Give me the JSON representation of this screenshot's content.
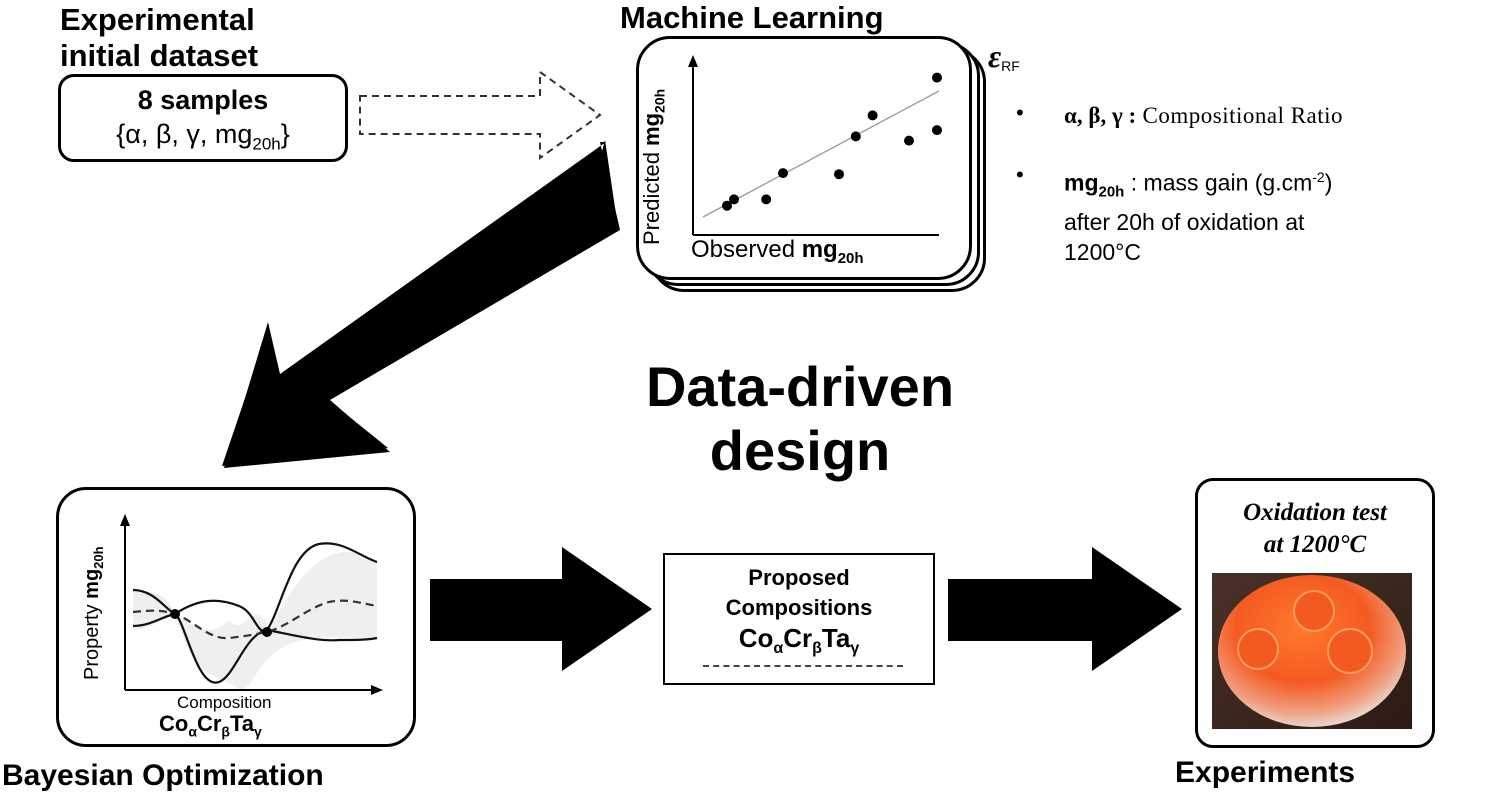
{
  "dataset": {
    "title_line1": "Experimental",
    "title_line2": "initial dataset",
    "samples": "8 samples",
    "vars_prefix": "{α, β, γ, mg",
    "vars_sub": "20h",
    "vars_suffix": "}"
  },
  "ml": {
    "title": "Machine Learning",
    "ylabel_prefix": "Predicted ",
    "ylabel_main": "mg",
    "ylabel_sub": "20h",
    "xlabel_prefix": "Observed ",
    "xlabel_main": "mg",
    "xlabel_sub": "20h",
    "model_symbol": "ε",
    "model_sub": "RF"
  },
  "legend": {
    "item1_symbols": "α, β, γ :",
    "item1_text": "Compositional Ratio",
    "item2_main": "mg",
    "item2_sub": "20h",
    "item2_text": " : mass gain (g.cm",
    "item2_sup": "-2",
    "item2_close": ")",
    "item2_line2": "after 20h of oxidation at",
    "item2_line3": "1200°C",
    "bullet": "•"
  },
  "center": {
    "line1": "Data-driven",
    "line2": "design"
  },
  "bo": {
    "ylabel_prefix": "Property ",
    "ylabel_main": "mg",
    "ylabel_sub": "20h",
    "xlabel": "Composition",
    "formula_co": "Co",
    "formula_alpha": "α",
    "formula_cr": "Cr",
    "formula_beta": "β",
    "formula_ta": "Ta",
    "formula_gamma": "γ",
    "title": "Bayesian Optimization"
  },
  "proposed": {
    "line1": "Proposed",
    "line2": "Compositions",
    "formula_co": "Co",
    "formula_alpha": "α",
    "formula_cr": "Cr",
    "formula_beta": "β",
    "formula_ta": "Ta",
    "formula_gamma": "γ"
  },
  "experiments": {
    "caption_line1": "Oxidation test",
    "caption_line2": "at 1200°C",
    "title": "Experiments"
  },
  "scatter_points": [
    {
      "obs": 1.0,
      "pred": 1.3
    },
    {
      "obs": 1.25,
      "pred": 1.6
    },
    {
      "obs": 2.4,
      "pred": 1.6
    },
    {
      "obs": 3.0,
      "pred": 2.85
    },
    {
      "obs": 5.0,
      "pred": 2.8
    },
    {
      "obs": 5.6,
      "pred": 4.6
    },
    {
      "obs": 6.2,
      "pred": 5.6
    },
    {
      "obs": 7.5,
      "pred": 4.4
    },
    {
      "obs": 8.5,
      "pred": 4.9
    },
    {
      "obs": 8.5,
      "pred": 7.4
    }
  ]
}
